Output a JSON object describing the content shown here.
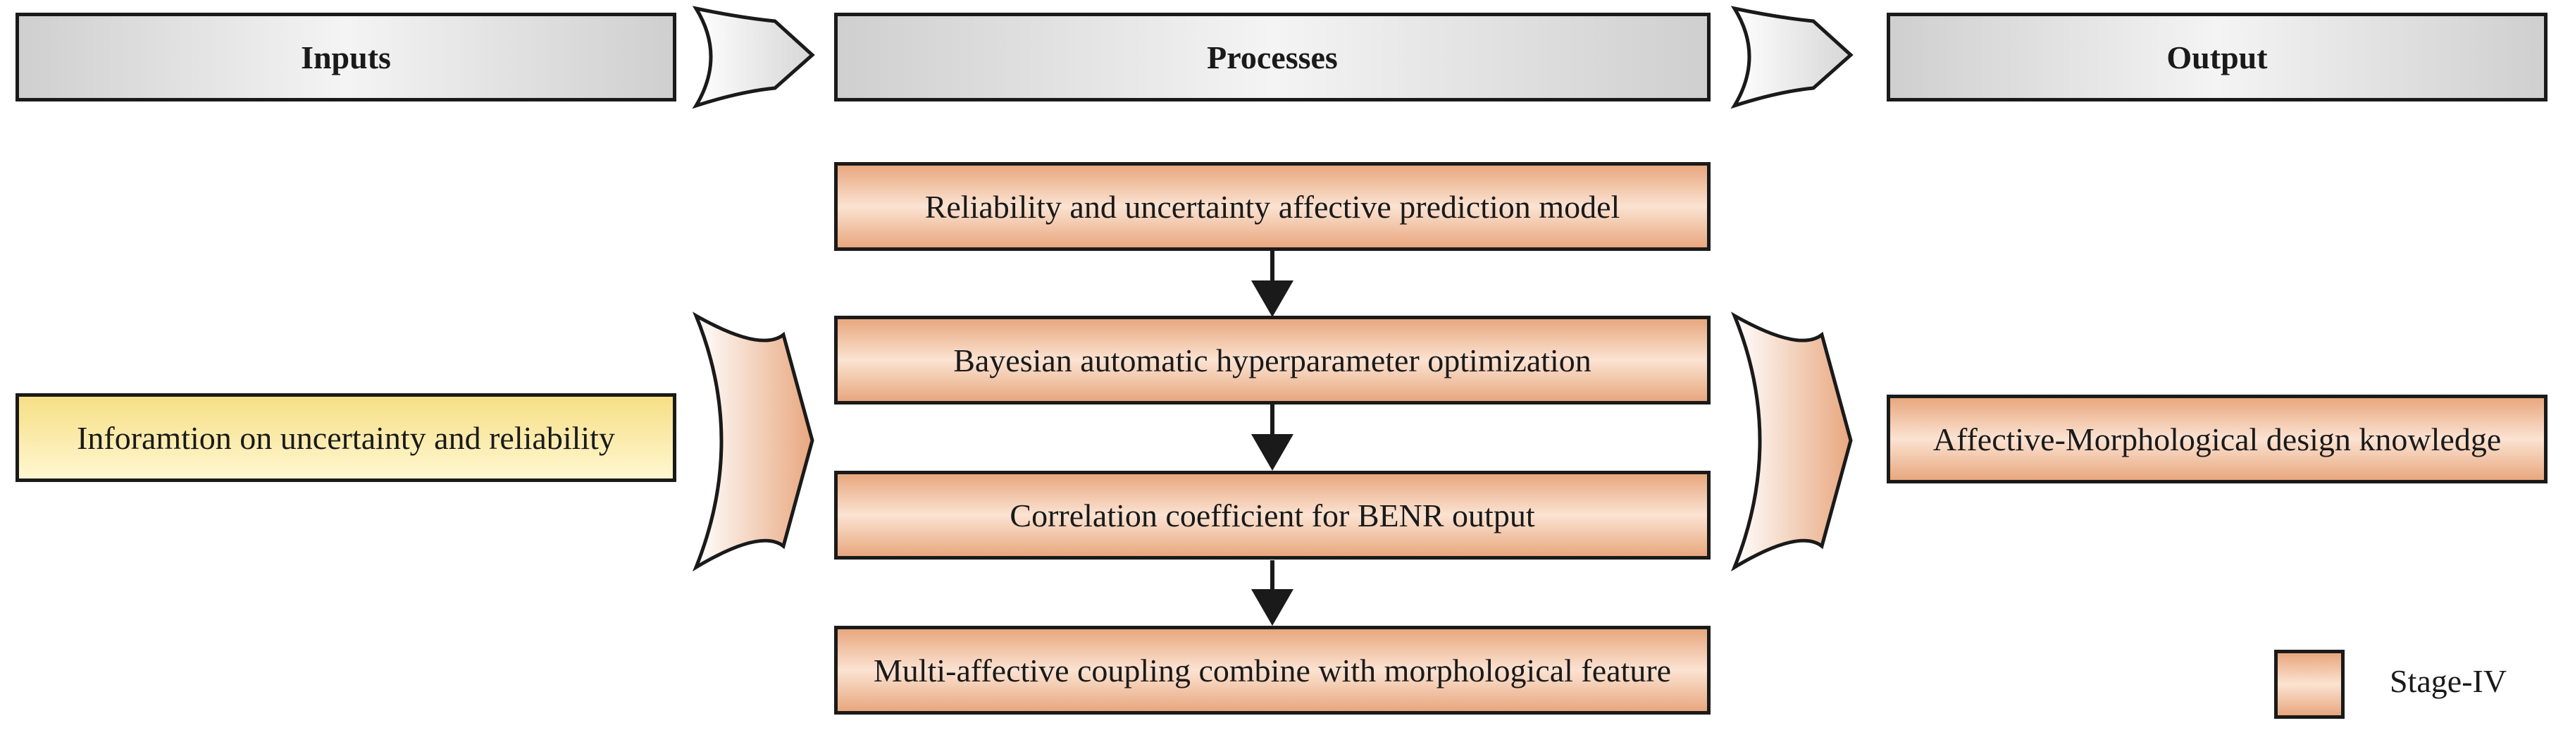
{
  "headers": {
    "inputs": "Inputs",
    "processes": "Processes",
    "output": "Output"
  },
  "input_box": "Inforamtion on uncertainty and reliability",
  "process_steps": [
    "Reliability and uncertainty affective prediction model",
    "Bayesian automatic hyperparameter optimization",
    "Correlation coefficient for BENR output",
    "Multi-affective coupling combine with morphological feature"
  ],
  "output_box": "Affective-Morphological design knowledge",
  "legend": {
    "label": "Stage-IV",
    "color": "#e8a77e"
  },
  "colors": {
    "stage_fill": "#e8a77e",
    "input_fill": "#f6df86",
    "header_fill": "#cfcfcf"
  }
}
